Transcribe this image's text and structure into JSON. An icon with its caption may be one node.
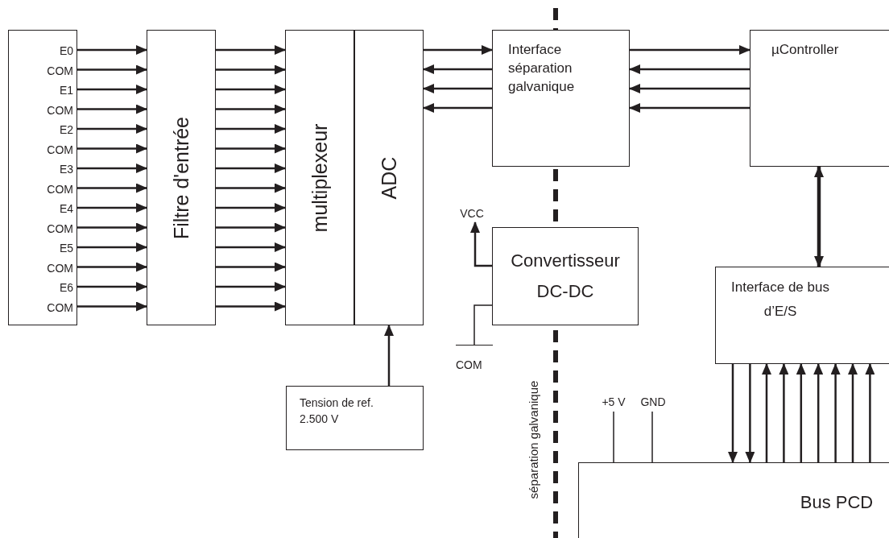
{
  "diagram": {
    "nodes": [
      {
        "text": [
          "E0",
          "COM",
          "E1",
          "COM",
          "E2",
          "COM",
          "E3",
          "COM",
          "E4",
          "COM",
          "E5",
          "COM",
          "E6",
          "COM"
        ]
      },
      {
        "text": [
          "Filtre d'entrée"
        ]
      },
      {
        "text": [
          "multiplexeur"
        ]
      },
      {
        "text": [
          "ADC"
        ]
      },
      {
        "text": [
          "Interface séparation galvanique"
        ]
      },
      {
        "text": [
          "µController"
        ]
      },
      {
        "text": [
          "Convertisseur DC-DC"
        ]
      },
      {
        "text": [
          "Tension de ref. 2.500 V"
        ]
      },
      {
        "text": [
          "Interface de bus d’E/S"
        ]
      },
      {
        "text": [
          "Bus PCD"
        ]
      },
      {
        "text": [
          "VCC"
        ]
      },
      {
        "text": [
          "COM"
        ]
      },
      {
        "text": [
          "+5 V"
        ]
      },
      {
        "text": [
          "GND"
        ]
      }
    ],
    "edges": [
      {
        "from": 0,
        "to": 1,
        "arrow": "to"
      },
      {
        "from": 0,
        "to": 1,
        "arrow": "to"
      },
      {
        "from": 0,
        "to": 1,
        "arrow": "to"
      },
      {
        "from": 0,
        "to": 1,
        "arrow": "to"
      },
      {
        "from": 0,
        "to": 1,
        "arrow": "to"
      },
      {
        "from": 0,
        "to": 1,
        "arrow": "to"
      },
      {
        "from": 0,
        "to": 1,
        "arrow": "to"
      },
      {
        "from": 0,
        "to": 1,
        "arrow": "to"
      },
      {
        "from": 0,
        "to": 1,
        "arrow": "to"
      },
      {
        "from": 0,
        "to": 1,
        "arrow": "to"
      },
      {
        "from": 0,
        "to": 1,
        "arrow": "to"
      },
      {
        "from": 0,
        "to": 1,
        "arrow": "to"
      },
      {
        "from": 0,
        "to": 1,
        "arrow": "to"
      },
      {
        "from": 0,
        "to": 1,
        "arrow": "to"
      },
      {
        "from": 1,
        "to": 2,
        "arrow": "to"
      },
      {
        "from": 1,
        "to": 2,
        "arrow": "to"
      },
      {
        "from": 1,
        "to": 2,
        "arrow": "to"
      },
      {
        "from": 1,
        "to": 2,
        "arrow": "to"
      },
      {
        "from": 1,
        "to": 2,
        "arrow": "to"
      },
      {
        "from": 1,
        "to": 2,
        "arrow": "to"
      },
      {
        "from": 1,
        "to": 2,
        "arrow": "to"
      },
      {
        "from": 1,
        "to": 2,
        "arrow": "to"
      },
      {
        "from": 1,
        "to": 2,
        "arrow": "to"
      },
      {
        "from": 1,
        "to": 2,
        "arrow": "to"
      },
      {
        "from": 1,
        "to": 2,
        "arrow": "to"
      },
      {
        "from": 1,
        "to": 2,
        "arrow": "to"
      },
      {
        "from": 1,
        "to": 2,
        "arrow": "to"
      },
      {
        "from": 1,
        "to": 2,
        "arrow": "to"
      },
      {
        "from": 3,
        "to": 4,
        "arrow": "to"
      },
      {
        "from": 4,
        "to": 3,
        "arrow": "to"
      },
      {
        "from": 4,
        "to": 3,
        "arrow": "to"
      },
      {
        "from": 4,
        "to": 3,
        "arrow": "to"
      },
      {
        "from": 4,
        "to": 5,
        "arrow": "to"
      },
      {
        "from": 5,
        "to": 4,
        "arrow": "to"
      },
      {
        "from": 5,
        "to": 4,
        "arrow": "to"
      },
      {
        "from": 5,
        "to": 4,
        "arrow": "to"
      },
      {
        "from": 5,
        "to": 8,
        "arrow": "both",
        "style": "thick"
      },
      {
        "from": 7,
        "to": 3,
        "arrow": "to"
      },
      {
        "from": 6,
        "to": 10,
        "arrow": "to"
      },
      {
        "from": 6,
        "to": 11,
        "arrow": "none"
      },
      {
        "from": 12,
        "to": 9,
        "arrow": "none"
      },
      {
        "from": 13,
        "to": 9,
        "arrow": "none"
      },
      {
        "from": 8,
        "to": 9,
        "arrow": "to"
      },
      {
        "from": 8,
        "to": 9,
        "arrow": "to"
      },
      {
        "from": 9,
        "to": 8,
        "arrow": "to"
      },
      {
        "from": 9,
        "to": 8,
        "arrow": "to"
      },
      {
        "from": 9,
        "to": 8,
        "arrow": "to"
      },
      {
        "from": 9,
        "to": 8,
        "arrow": "to"
      },
      {
        "from": 9,
        "to": 8,
        "arrow": "to"
      },
      {
        "from": 9,
        "to": 8,
        "arrow": "to"
      },
      {
        "from": 9,
        "to": 8,
        "arrow": "to"
      }
    ],
    "labels": [
      "séparation galvanique"
    ]
  }
}
